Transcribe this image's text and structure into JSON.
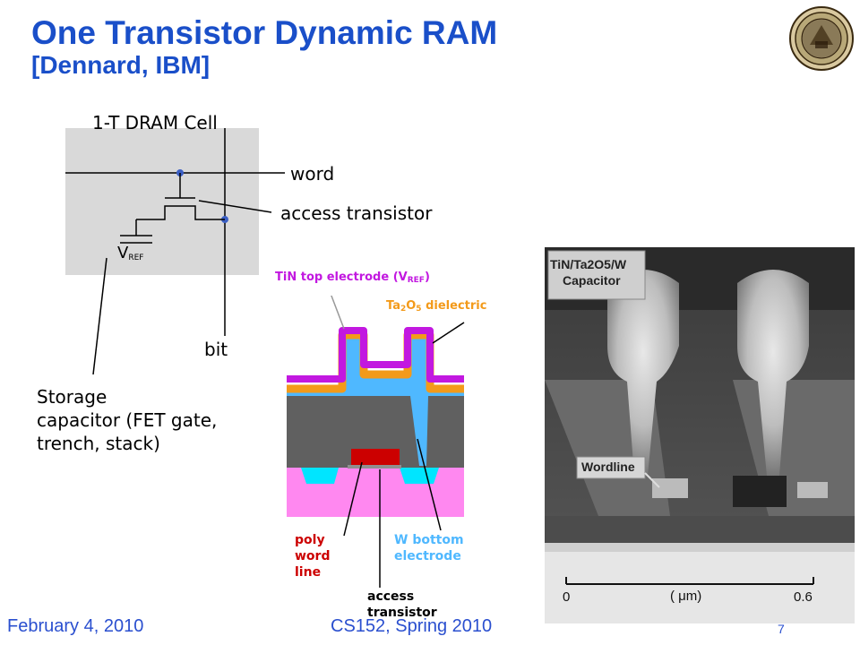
{
  "slide": {
    "title_line1": "One Transistor Dynamic RAM",
    "title_line2": "[Dennard, IBM]"
  },
  "cell": {
    "title": "1-T DRAM Cell",
    "word": "word",
    "access_transistor": "access transistor",
    "vref_v": "V",
    "vref_sub": "REF",
    "bit": "bit",
    "storage_line1": "Storage",
    "storage_line2": "capacitor (FET gate,",
    "storage_line3": "trench, stack)"
  },
  "cross_section": {
    "tin_label": "TiN top electrode (V",
    "tin_sub": "REF",
    "tin_close": ")",
    "ta_1": "Ta",
    "ta_sub1": "2",
    "ta_2": "O",
    "ta_sub2": "5",
    "ta_3": " dielectric",
    "poly_line1": "poly",
    "poly_line2": "word",
    "poly_line3": "line",
    "w_line1": "W bottom",
    "w_line2": "electrode",
    "access_line1": "access",
    "access_line2": "transistor"
  },
  "micrograph": {
    "caption_line1": "TiN/Ta2O5/W",
    "caption_line2": "Capacitor",
    "wordline": "Wordline",
    "scale_0": "0",
    "scale_unit": "( μm)",
    "scale_end": "0.6"
  },
  "footer": {
    "date": "February 4, 2010",
    "course": "CS152, Spring 2010",
    "page": "7"
  },
  "colors": {
    "title": "#1a4fc9",
    "footer": "#2a4fcf",
    "dielectric": "#f39a1a",
    "top_electrode": "#c218e0",
    "bottom_electrode": "#4fb8ff",
    "poly": "#cc0000",
    "substrate": "#ff88f0",
    "oxide": "#606060"
  }
}
